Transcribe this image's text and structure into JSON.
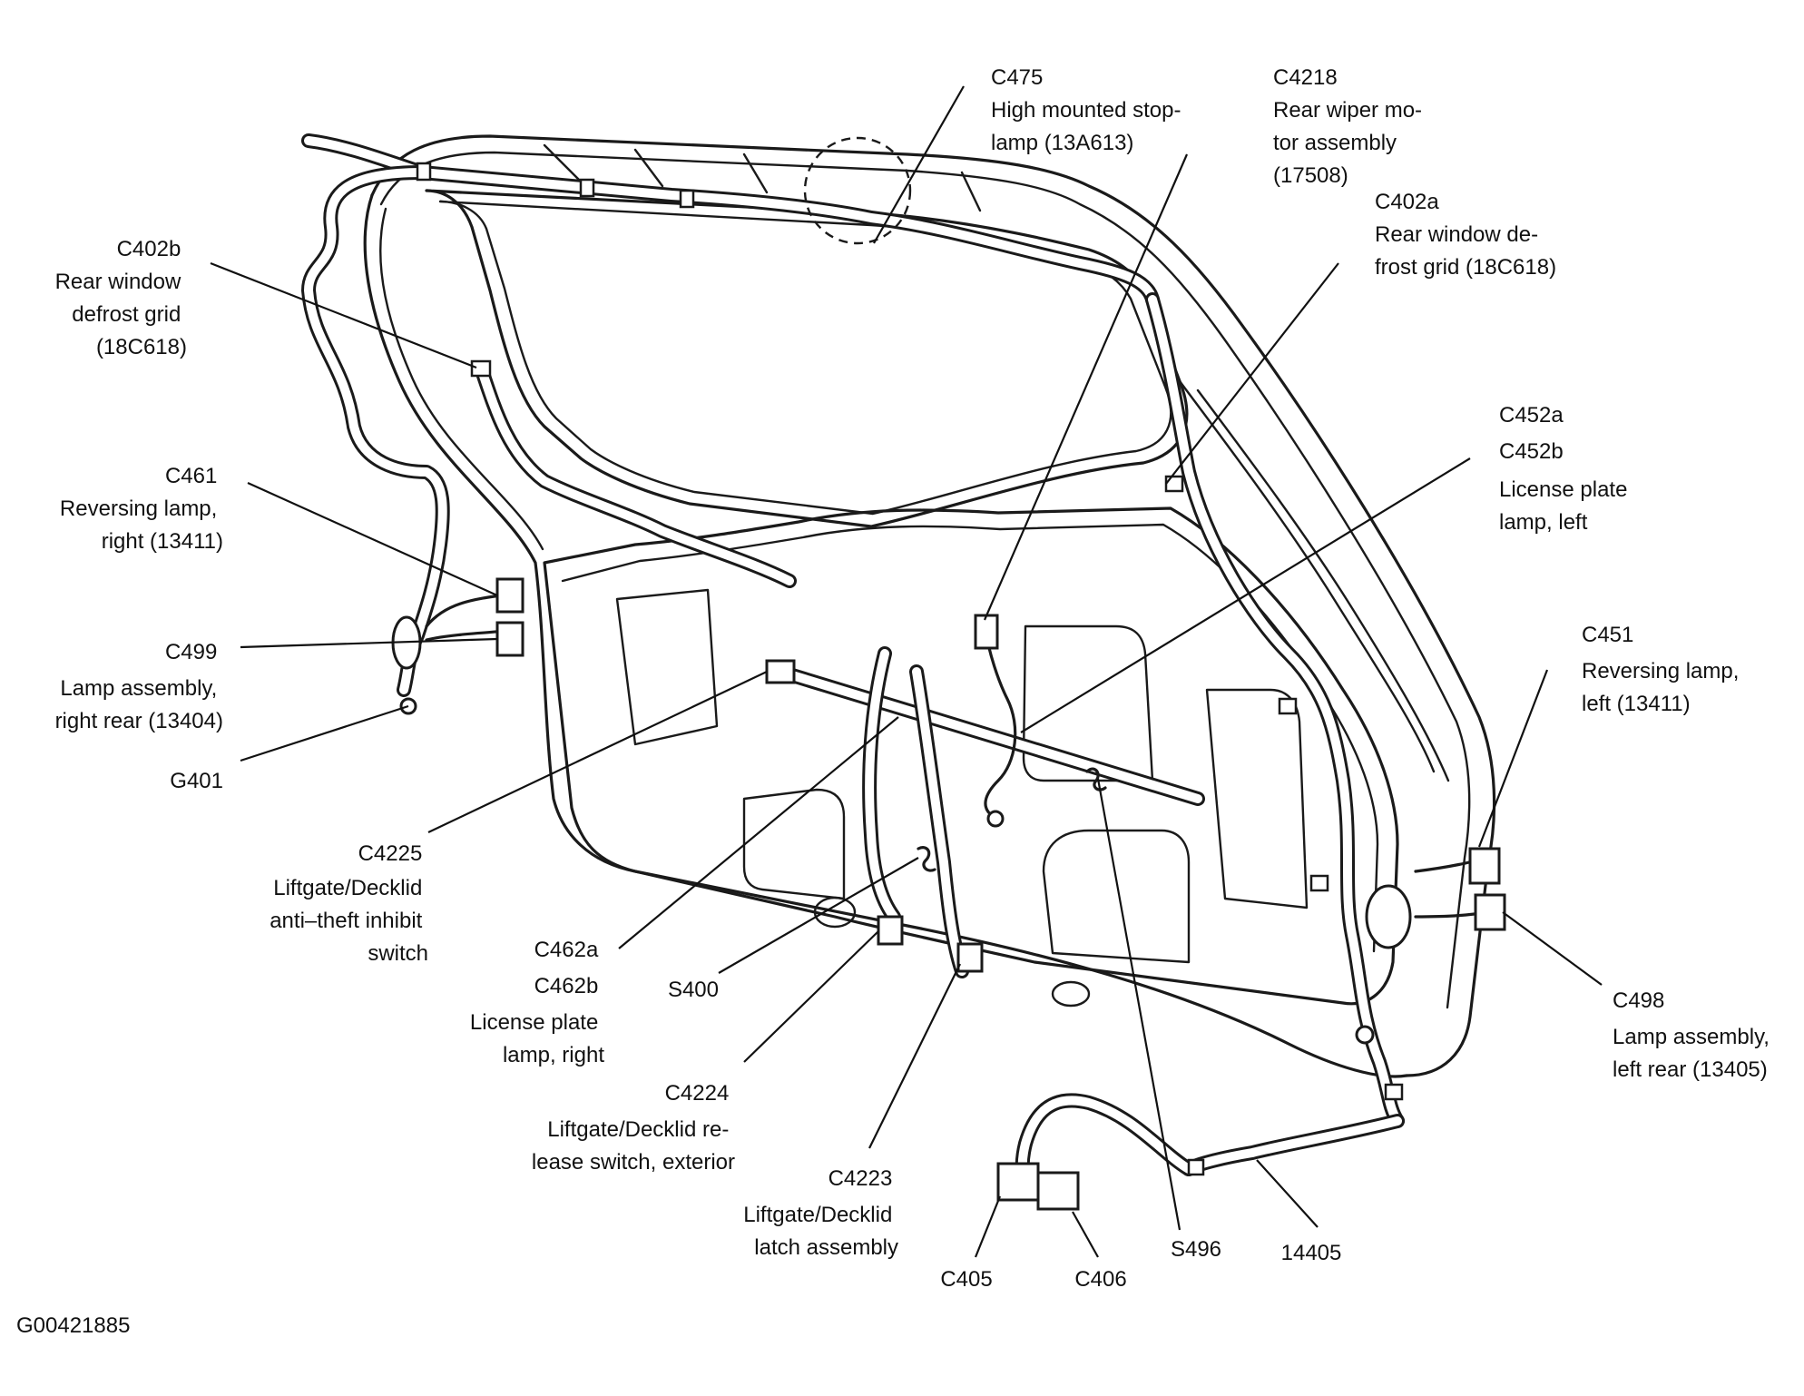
{
  "figure_id": "G00421885",
  "callouts": [
    {
      "id": "c475",
      "lines": [
        "C475",
        "High mounted stop-",
        "lamp (13A613)"
      ]
    },
    {
      "id": "c4218",
      "lines": [
        "C4218",
        "Rear wiper mo-",
        "tor assembly",
        "(17508)"
      ]
    },
    {
      "id": "c402a",
      "lines": [
        "C402a",
        "Rear window de-",
        "frost grid (18C618)"
      ]
    },
    {
      "id": "c402b",
      "lines": [
        "C402b",
        "Rear window",
        "defrost grid",
        "(18C618)"
      ]
    },
    {
      "id": "c452",
      "lines": [
        "C452a",
        "C452b",
        "License plate",
        "lamp, left"
      ]
    },
    {
      "id": "c461",
      "lines": [
        "C461",
        "Reversing lamp,",
        "right (13411)"
      ]
    },
    {
      "id": "c499",
      "lines": [
        "C499",
        "Lamp assembly,",
        "right rear (13404)"
      ]
    },
    {
      "id": "g401",
      "lines": [
        "G401"
      ]
    },
    {
      "id": "c451",
      "lines": [
        "C451",
        "Reversing lamp,",
        "left (13411)"
      ]
    },
    {
      "id": "c4225",
      "lines": [
        "C4225",
        "Liftgate/Decklid",
        "anti–theft inhibit",
        "switch"
      ]
    },
    {
      "id": "c462",
      "lines": [
        "C462a",
        "C462b",
        "License plate",
        "lamp, right"
      ]
    },
    {
      "id": "s400",
      "lines": [
        "S400"
      ]
    },
    {
      "id": "c498",
      "lines": [
        "C498",
        "Lamp assembly,",
        "left rear (13405)"
      ]
    },
    {
      "id": "c4224",
      "lines": [
        "C4224",
        "Liftgate/Decklid re-",
        "lease switch, exterior"
      ]
    },
    {
      "id": "c4223",
      "lines": [
        "C4223",
        "Liftgate/Decklid",
        "latch assembly"
      ]
    },
    {
      "id": "c405",
      "lines": [
        "C405"
      ]
    },
    {
      "id": "c406",
      "lines": [
        "C406"
      ]
    },
    {
      "id": "s496",
      "lines": [
        "S496"
      ]
    },
    {
      "id": "p14405",
      "lines": [
        "14405"
      ]
    }
  ]
}
